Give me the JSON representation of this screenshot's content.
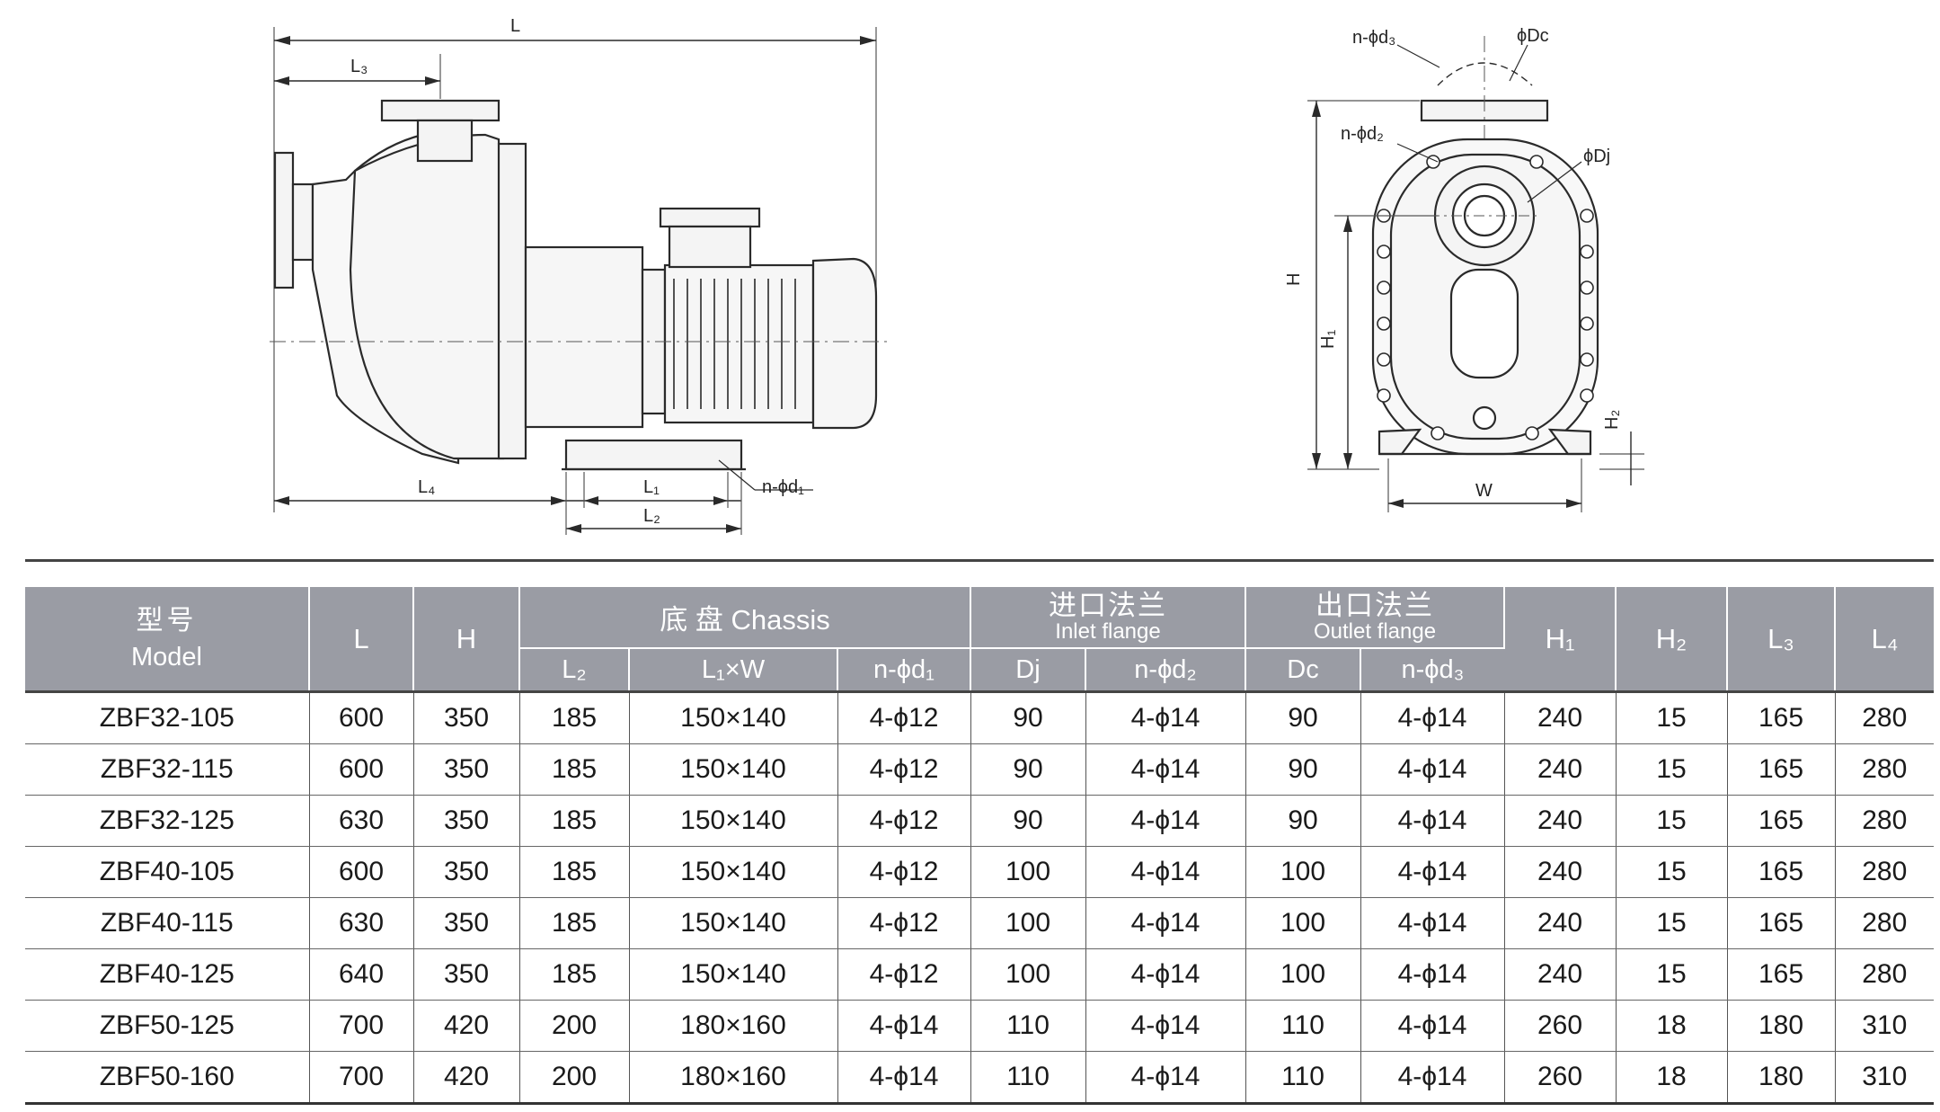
{
  "drawing": {
    "side_view_labels": {
      "L": "L",
      "L3": "L₃",
      "L4": "L₄",
      "L1": "L₁",
      "L2": "L₂",
      "n_d1": "n-ϕd₁"
    },
    "front_view_labels": {
      "n_d3": "n-ϕd₃",
      "Dc": "ϕDc",
      "n_d2": "n-ϕd₂",
      "Dj": "ϕDj",
      "H": "H",
      "H1": "H₁",
      "H2": "H₂",
      "W": "W"
    }
  },
  "table": {
    "header": {
      "model_zh": "型号",
      "model_en": "Model",
      "L": "L",
      "H": "H",
      "chassis": "底 盘 Chassis",
      "inlet_zh": "进口法兰",
      "inlet_en": "Inlet flange",
      "outlet_zh": "出口法兰",
      "outlet_en": "Outlet flange",
      "H1": "H₁",
      "H2": "H₂",
      "L3": "L₃",
      "L4": "L₄",
      "L2": "L₂",
      "L1W": "L₁×W",
      "nd1": "n-ϕd₁",
      "Dj": "Dj",
      "nd2": "n-ϕd₂",
      "Dc": "Dc",
      "nd3": "n-ϕd₃"
    },
    "rows": [
      [
        "ZBF32-105",
        "600",
        "350",
        "185",
        "150×140",
        "4-ϕ12",
        "90",
        "4-ϕ14",
        "90",
        "4-ϕ14",
        "240",
        "15",
        "165",
        "280"
      ],
      [
        "ZBF32-115",
        "600",
        "350",
        "185",
        "150×140",
        "4-ϕ12",
        "90",
        "4-ϕ14",
        "90",
        "4-ϕ14",
        "240",
        "15",
        "165",
        "280"
      ],
      [
        "ZBF32-125",
        "630",
        "350",
        "185",
        "150×140",
        "4-ϕ12",
        "90",
        "4-ϕ14",
        "90",
        "4-ϕ14",
        "240",
        "15",
        "165",
        "280"
      ],
      [
        "ZBF40-105",
        "600",
        "350",
        "185",
        "150×140",
        "4-ϕ12",
        "100",
        "4-ϕ14",
        "100",
        "4-ϕ14",
        "240",
        "15",
        "165",
        "280"
      ],
      [
        "ZBF40-115",
        "630",
        "350",
        "185",
        "150×140",
        "4-ϕ12",
        "100",
        "4-ϕ14",
        "100",
        "4-ϕ14",
        "240",
        "15",
        "165",
        "280"
      ],
      [
        "ZBF40-125",
        "640",
        "350",
        "185",
        "150×140",
        "4-ϕ12",
        "100",
        "4-ϕ14",
        "100",
        "4-ϕ14",
        "240",
        "15",
        "165",
        "280"
      ],
      [
        "ZBF50-125",
        "700",
        "420",
        "200",
        "180×160",
        "4-ϕ14",
        "110",
        "4-ϕ14",
        "110",
        "4-ϕ14",
        "260",
        "18",
        "180",
        "310"
      ],
      [
        "ZBF50-160",
        "700",
        "420",
        "200",
        "180×160",
        "4-ϕ14",
        "110",
        "4-ϕ14",
        "110",
        "4-ϕ14",
        "260",
        "18",
        "180",
        "310"
      ]
    ]
  }
}
